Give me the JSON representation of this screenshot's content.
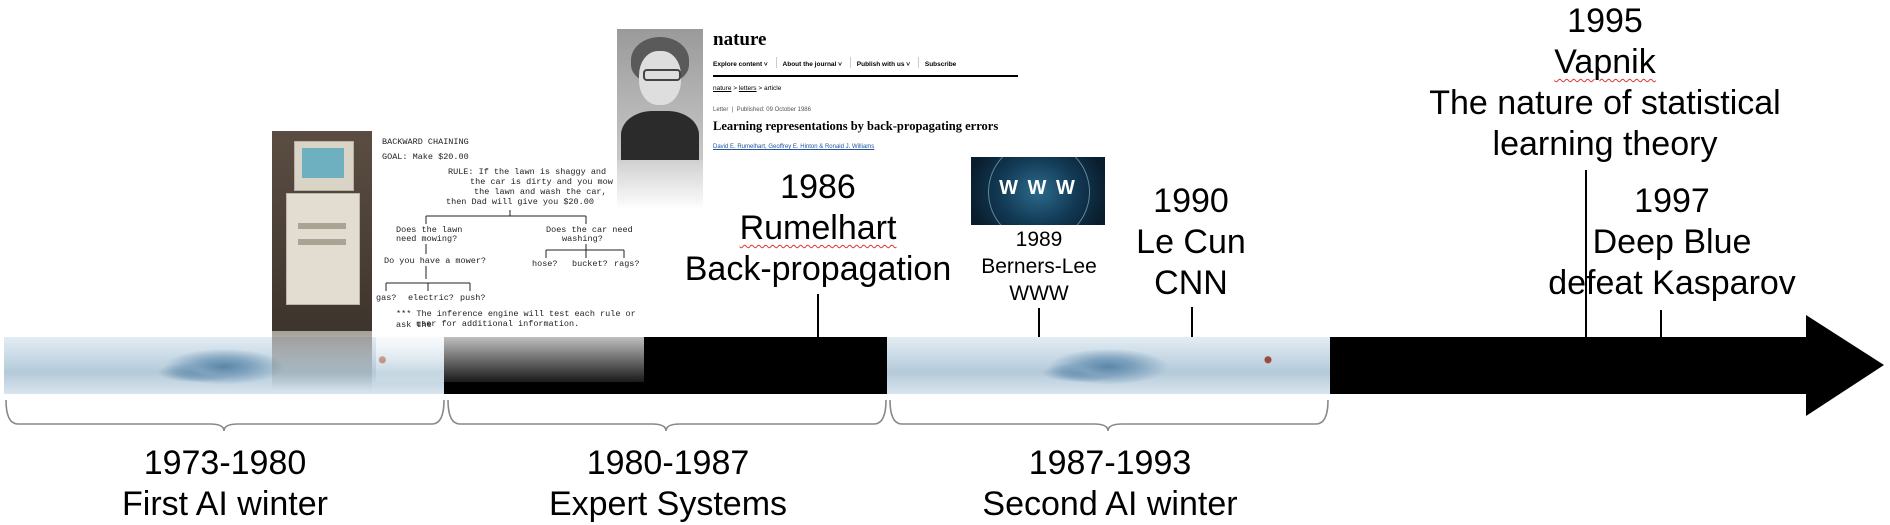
{
  "eras": [
    {
      "years": "1973-1980",
      "name": "First AI winter"
    },
    {
      "years": "1980-1987",
      "name": "Expert Systems"
    },
    {
      "years": "1987-1993",
      "name": "Second AI winter"
    }
  ],
  "events": {
    "rumelhart": {
      "year": "1986",
      "who": "Rumelhart",
      "what": "Back-propagation"
    },
    "berners_lee": {
      "year": "1989",
      "who": "Berners-Lee",
      "what": "WWW"
    },
    "lecun": {
      "year": "1990",
      "who": "Le Cun",
      "what": "CNN"
    },
    "vapnik": {
      "year": "1995",
      "who": "Vapnik",
      "what_line1": "The nature of statistical",
      "what_line2": "learning theory"
    },
    "deep_blue": {
      "year": "1997",
      "line1": "Deep Blue",
      "line2": "defeat Kasparov"
    }
  },
  "nature_article": {
    "journal": "nature",
    "nav": [
      "Explore content ˅",
      "About the journal ˅",
      "Publish with us ˅",
      "Subscribe"
    ],
    "breadcrumb": [
      "nature",
      "letters",
      "article"
    ],
    "meta": "Letter  |  Published: 09 October 1986",
    "title": "Learning representations by back-propagating errors",
    "authors": "David E. Rumelhart, Geoffrey E. Hinton & Ronald J. Williams"
  },
  "www_image_text": "W W W",
  "backward_chaining": {
    "heading": "BACKWARD CHAINING",
    "goal": "GOAL:  Make $20.00",
    "rule_line1": "RULE:  If the lawn is shaggy and",
    "rule_line2": "the car is dirty and you mow",
    "rule_line3": "the lawn and wash the car,",
    "rule_line4": "then Dad will give you $20.00",
    "q_lawn1": "Does the lawn",
    "q_lawn2": "need mowing?",
    "q_car1": "Does the car need",
    "q_car2": "washing?",
    "q_mower": "Do you have a mower?",
    "opt_gas": "gas?",
    "opt_electric": "electric?",
    "opt_push": "push?",
    "opt_hose": "hose?",
    "opt_bucket": "bucket?",
    "opt_rags": "rags?",
    "note1": "*** The inference engine will test each rule or ask the",
    "note2": "user for additional information."
  },
  "colors": {
    "arrow": "#000000",
    "spell_underline": "#d33333"
  }
}
